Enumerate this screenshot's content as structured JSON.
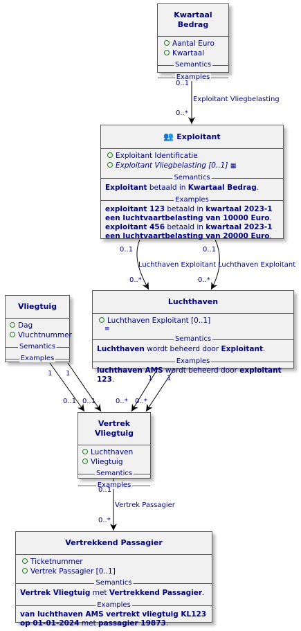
{
  "labels": {
    "semantics": "Semantics",
    "examples": "Examples"
  },
  "entities": {
    "kwartaal": {
      "title": "Kwartaal Bedrag",
      "attrs": [
        "Aantal Euro",
        "Kwartaal"
      ]
    },
    "exploitant": {
      "title": "Exploitant",
      "icon": "actor-icon",
      "attrs": [
        "Exploitant Identificatie",
        "Exploitant Vliegbelasting [0..1]"
      ],
      "semantics": {
        "e1": "Exploitant",
        "t1": " betaald in ",
        "e2": "Kwartaal Bedrag",
        "t2": "."
      },
      "examples": [
        {
          "a": "exploitant 123",
          "b": " betaald in ",
          "c": "kwartaal 2023-1 een luchtvaartbelasting van 10000 Euro",
          "d": "."
        },
        {
          "a": "exploitant 456",
          "b": " betaald in ",
          "c": "kwartaal 2023-1 een luchtvaartbelasting van 20000 Euro",
          "d": "."
        }
      ]
    },
    "vliegtuig": {
      "title": "Vliegtuig",
      "attrs": [
        "Dag",
        "Vluchtnummer"
      ]
    },
    "luchthaven": {
      "title": "Luchthaven",
      "attrs": [
        "Luchthaven Exploitant [0..1]"
      ],
      "list_icon": "≡",
      "semantics": {
        "e1": "Luchthaven",
        "t1": " wordt beheerd door ",
        "e2": "Exploitant",
        "t2": "."
      },
      "example": {
        "a": "luchthaven AMS",
        "b": " wordt beheerd door ",
        "c": "exploitant 123",
        "d": "."
      }
    },
    "vertrek": {
      "title": "Vertrek Vliegtuig",
      "attrs": [
        "Luchthaven",
        "Vliegtuig"
      ]
    },
    "passagier": {
      "title": "Vertrekkend Passagier",
      "attrs": [
        "Ticketnummer",
        "Vertrek Passagier [0..1]"
      ],
      "semantics": {
        "e1": "Vertrek Vliegtuig",
        "t1": " met ",
        "e2": "Vertrekkend Passagier",
        "t2": "."
      },
      "example": {
        "a": "van luchthaven AMS vertrekt vliegtuig KL123 op 01-01-2024",
        "b": " met ",
        "c": "passagier 19873",
        "d": "."
      }
    }
  },
  "relations": {
    "r1": {
      "label": "Exploitant Vliegbelasting",
      "from": "0..1",
      "to": "0..*"
    },
    "r2": {
      "label": "Luchthaven Exploitant",
      "from": "0..1",
      "to": "0..*"
    },
    "r3": {
      "label": "Luchthaven Exploitant",
      "from": "0..1",
      "to": "0..*"
    },
    "r4": {
      "from": "1",
      "to": "0..1"
    },
    "r5": {
      "from": "1",
      "to": "0..1"
    },
    "r6": {
      "from": "1",
      "to": "0..*"
    },
    "r7": {
      "from": "1",
      "to": "0..*"
    },
    "r8": {
      "label": "Vertrek Passagier",
      "from": "0..1",
      "to": "0..*"
    }
  }
}
